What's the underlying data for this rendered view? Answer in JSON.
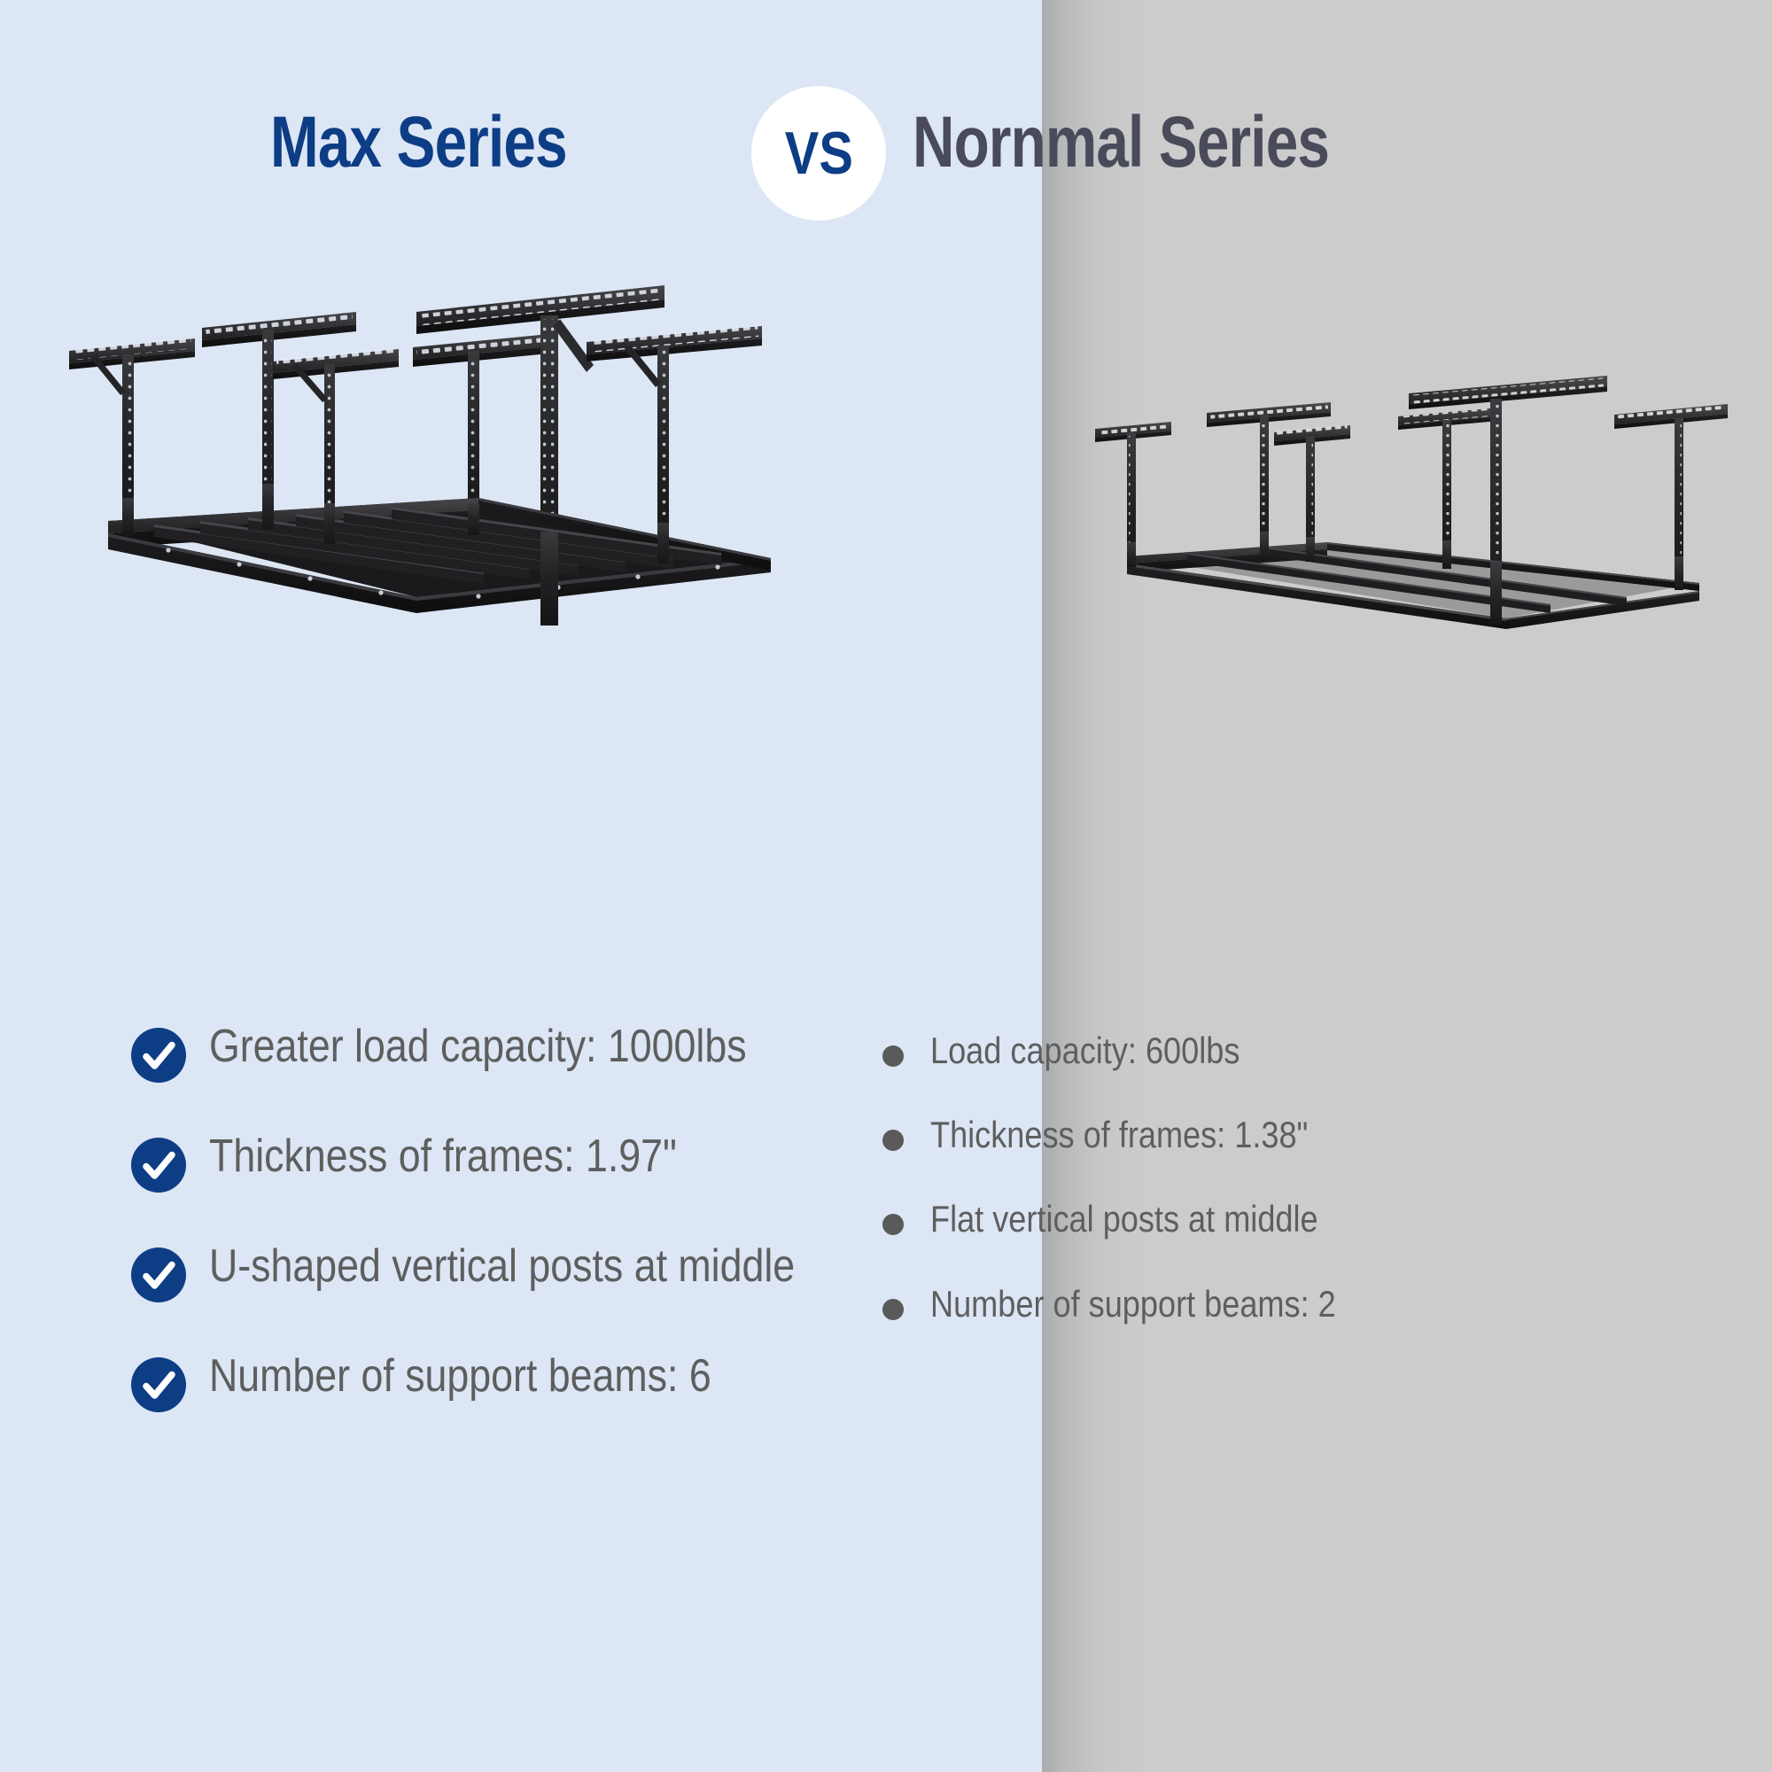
{
  "colors": {
    "left_bg": "#dce6f5",
    "right_bg": "#cccccc",
    "accent_navy": "#0d3d85",
    "right_title": "#4a4b5a",
    "body_text": "#5e5e5e",
    "bullet_dot": "#5a5a5a",
    "product_metal": "#2a2a2c"
  },
  "header": {
    "left_title": "Max Series",
    "vs_label": "VS",
    "right_title": "Nornmal Series"
  },
  "left": {
    "product_alt": "max-series-overhead-garage-rack",
    "features": [
      {
        "icon": "check-icon",
        "text": "Greater load capacity: 1000lbs"
      },
      {
        "icon": "check-icon",
        "text": "Thickness of frames: 1.97\""
      },
      {
        "icon": "check-icon",
        "text": "U-shaped vertical posts at middle"
      },
      {
        "icon": "check-icon",
        "text": "Number of support beams: 6"
      }
    ]
  },
  "right": {
    "product_alt": "normal-series-overhead-garage-rack",
    "features": [
      {
        "icon": "bullet-dot-icon",
        "text": "Load capacity: 600lbs"
      },
      {
        "icon": "bullet-dot-icon",
        "text": "Thickness of frames: 1.38\""
      },
      {
        "icon": "bullet-dot-icon",
        "text": "Flat vertical posts at middle"
      },
      {
        "icon": "bullet-dot-icon",
        "text": "Number of support beams: 2"
      }
    ]
  }
}
